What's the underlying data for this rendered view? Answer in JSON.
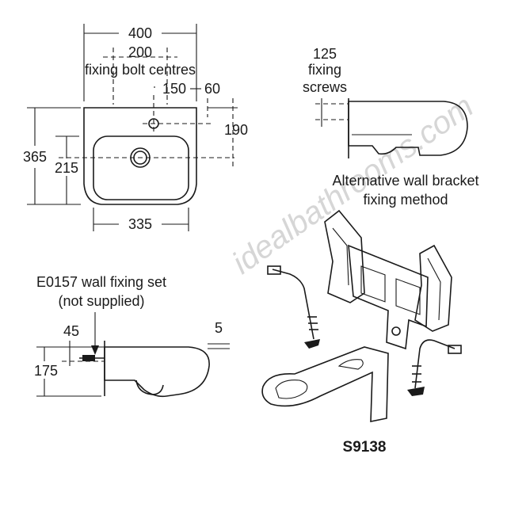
{
  "watermark": "idealbathrooms.com",
  "front_view": {
    "dim_width": "400",
    "dim_bolt_centres": "200",
    "bolt_label": "fixing bolt centres",
    "dim_tap_offset": "150",
    "dim_tap_side": "60",
    "dim_tap_depth": "190",
    "dim_height": "365",
    "dim_waste_height": "215",
    "dim_bowl_width": "335"
  },
  "side_view_top": {
    "dim_screws": "125",
    "screws_label_1": "fixing",
    "screws_label_2": "screws",
    "caption_1": "Alternative wall bracket",
    "caption_2": "fixing method"
  },
  "side_view_bottom": {
    "fixing_set_label_1": "E0157 wall fixing set",
    "fixing_set_label_2": "(not supplied)",
    "dim_top_offset": "45",
    "dim_rim": "5",
    "dim_height": "175"
  },
  "bracket": {
    "code": "S9138"
  }
}
